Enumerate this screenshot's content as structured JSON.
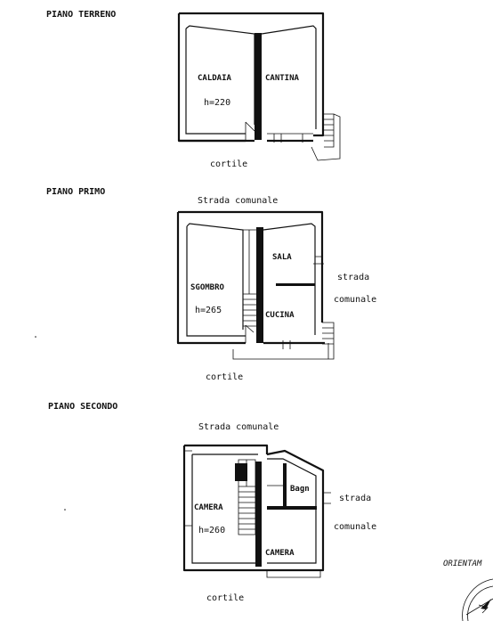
{
  "floors": [
    {
      "title": "PIANO TERRENO",
      "rooms": [
        {
          "name": "CALDAIA",
          "height": "h=220"
        },
        {
          "name": "CANTINA"
        }
      ],
      "labels": {
        "bottom": "cortile"
      }
    },
    {
      "title": "PIANO PRIMO",
      "rooms": [
        {
          "name": "SGOMBRO",
          "height": "h=265"
        },
        {
          "name": "SALA"
        },
        {
          "name": "CUCINA"
        }
      ],
      "labels": {
        "top": "Strada comunale",
        "right_1": "strada",
        "right_2": "comunale",
        "bottom": "cortile"
      }
    },
    {
      "title": "PIANO SECONDO",
      "rooms": [
        {
          "name": "CAMERA",
          "height": "h=260"
        },
        {
          "name": "Bagn"
        },
        {
          "name": "CAMERA"
        }
      ],
      "labels": {
        "top": "Strada comunale",
        "right_1": "strada",
        "right_2": "comunale",
        "bottom": "cortile"
      }
    }
  ],
  "orientation_label": "ORIENTAM"
}
